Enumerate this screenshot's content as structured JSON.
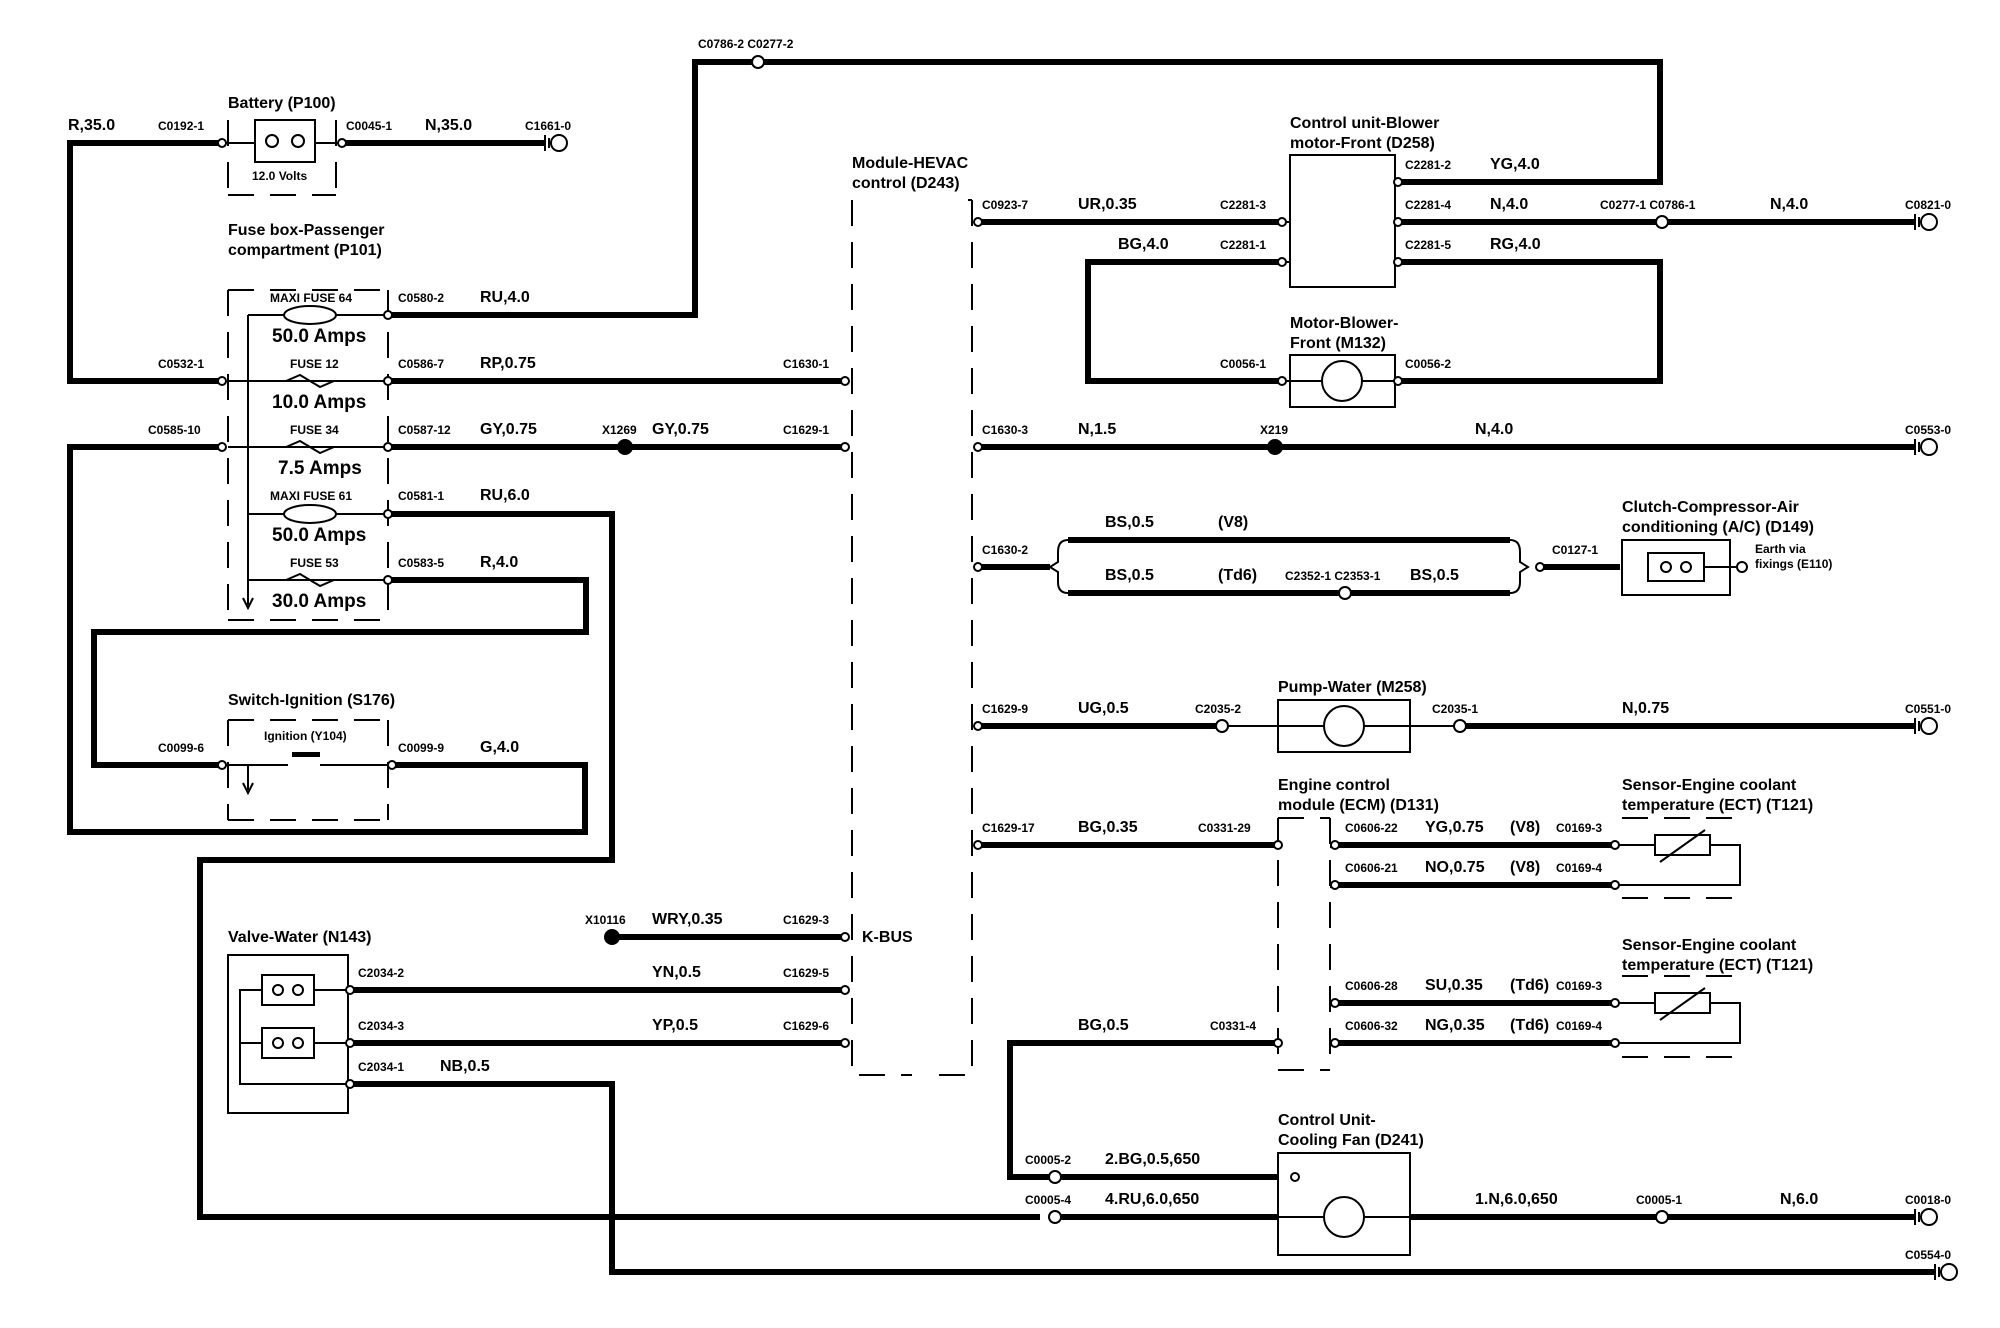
{
  "components": {
    "battery": "Battery (P100)",
    "battery_volts": "12.0 Volts",
    "fusebox_1": "Fuse box-Passenger",
    "fusebox_2": "compartment (P101)",
    "switch_ign": "Switch-Ignition (S176)",
    "ignition": "Ignition (Y104)",
    "valve_water": "Valve-Water (N143)",
    "hevac_1": "Module-HEVAC",
    "hevac_2": "control (D243)",
    "blower_cu_1": "Control unit-Blower",
    "blower_cu_2": "motor-Front (D258)",
    "motor_blower_1": "Motor-Blower-",
    "motor_blower_2": "Front (M132)",
    "clutch_1": "Clutch-Compressor-Air",
    "clutch_2": "conditioning (A/C) (D149)",
    "earth_1": "Earth via",
    "earth_2": "fixings (E110)",
    "pump_water": "Pump-Water (M258)",
    "ecm_1": "Engine control",
    "ecm_2": "module (ECM) (D131)",
    "sensor_ect_1": "Sensor-Engine coolant",
    "sensor_ect_2": "temperature (ECT) (T121)",
    "fan_cu_1": "Control Unit-",
    "fan_cu_2": "Cooling Fan (D241)",
    "kbus": "K-BUS"
  },
  "fuses": [
    {
      "name": "MAXI FUSE 64",
      "rating": "50.0 Amps"
    },
    {
      "name": "FUSE 12",
      "rating": "10.0 Amps"
    },
    {
      "name": "FUSE 34",
      "rating": "7.5 Amps"
    },
    {
      "name": "MAXI FUSE 61",
      "rating": "50.0 Amps"
    },
    {
      "name": "FUSE 53",
      "rating": "30.0 Amps"
    }
  ],
  "wires": {
    "r35": "R,35.0",
    "n35": "N,35.0",
    "ru40": "RU,4.0",
    "rp075": "RP,0.75",
    "gy075a": "GY,0.75",
    "gy075b": "GY,0.75",
    "ru60": "RU,6.0",
    "r40": "R,4.0",
    "g40": "G,4.0",
    "wry035": "WRY,0.35",
    "yn05": "YN,0.5",
    "yp05": "YP,0.5",
    "nb05": "NB,0.5",
    "ur035": "UR,0.35",
    "yg40": "YG,4.0",
    "n40a": "N,4.0",
    "n40b": "N,4.0",
    "bg40": "BG,4.0",
    "rg40": "RG,4.0",
    "n15": "N,1.5",
    "n40c": "N,4.0",
    "bs05a": "BS,0.5",
    "v8a": "(V8)",
    "bs05b": "BS,0.5",
    "td6a": "(Td6)",
    "bs05c": "BS,0.5",
    "ug05": "UG,0.5",
    "n075": "N,0.75",
    "bg035": "BG,0.35",
    "yg075": "YG,0.75",
    "v8b": "(V8)",
    "no075": "NO,0.75",
    "v8c": "(V8)",
    "su035": "SU,0.35",
    "td6b": "(Td6)",
    "bg05": "BG,0.5",
    "ng035": "NG,0.35",
    "td6c": "(Td6)",
    "fan2": "2.BG,0.5,650",
    "fan4": "4.RU,6.0,650",
    "fan1": "1.N,6.0,650",
    "n60": "N,6.0"
  },
  "connectors": {
    "c0192_1": "C0192-1",
    "c0045_1": "C0045-1",
    "c1661_0": "C1661-0",
    "c0786_2_top": "C0786-2 C0277-2",
    "c0580_2": "C0580-2",
    "c0532_1": "C0532-1",
    "c0586_7": "C0586-7",
    "c1630_1": "C1630-1",
    "c0585_10": "C0585-10",
    "c0587_12": "C0587-12",
    "x1269": "X1269",
    "c1629_1": "C1629-1",
    "c0581_1": "C0581-1",
    "c0583_5": "C0583-5",
    "c0099_6": "C0099-6",
    "c0099_9": "C0099-9",
    "x10116": "X10116",
    "c1629_3": "C1629-3",
    "c2034_2": "C2034-2",
    "c1629_5": "C1629-5",
    "c2034_3": "C2034-3",
    "c1629_6": "C1629-6",
    "c2034_1": "C2034-1",
    "c0923_7": "C0923-7",
    "c2281_3": "C2281-3",
    "c2281_2": "C2281-2",
    "c2281_4": "C2281-4",
    "c0277_1": "C0277-1 C0786-1",
    "c0821_0": "C0821-0",
    "c2281_1": "C2281-1",
    "c2281_5": "C2281-5",
    "c0056_1": "C0056-1",
    "c0056_2": "C0056-2",
    "c1630_3": "C1630-3",
    "x219": "X219",
    "c0553_0": "C0553-0",
    "c1630_2": "C1630-2",
    "c2352_1": "C2352-1 C2353-1",
    "c0127_1": "C0127-1",
    "c1629_9": "C1629-9",
    "c2035_2": "C2035-2",
    "c2035_1": "C2035-1",
    "c0551_0": "C0551-0",
    "c1629_17": "C1629-17",
    "c0331_29": "C0331-29",
    "c0606_22": "C0606-22",
    "c0169_3a": "C0169-3",
    "c0606_21": "C0606-21",
    "c0169_4a": "C0169-4",
    "c0606_28": "C0606-28",
    "c0169_3b": "C0169-3",
    "c0331_4": "C0331-4",
    "c0606_32": "C0606-32",
    "c0169_4b": "C0169-4",
    "c0005_2": "C0005-2",
    "c0005_4": "C0005-4",
    "c0005_1": "C0005-1",
    "c0018_0": "C0018-0",
    "c0554_0": "C0554-0"
  }
}
